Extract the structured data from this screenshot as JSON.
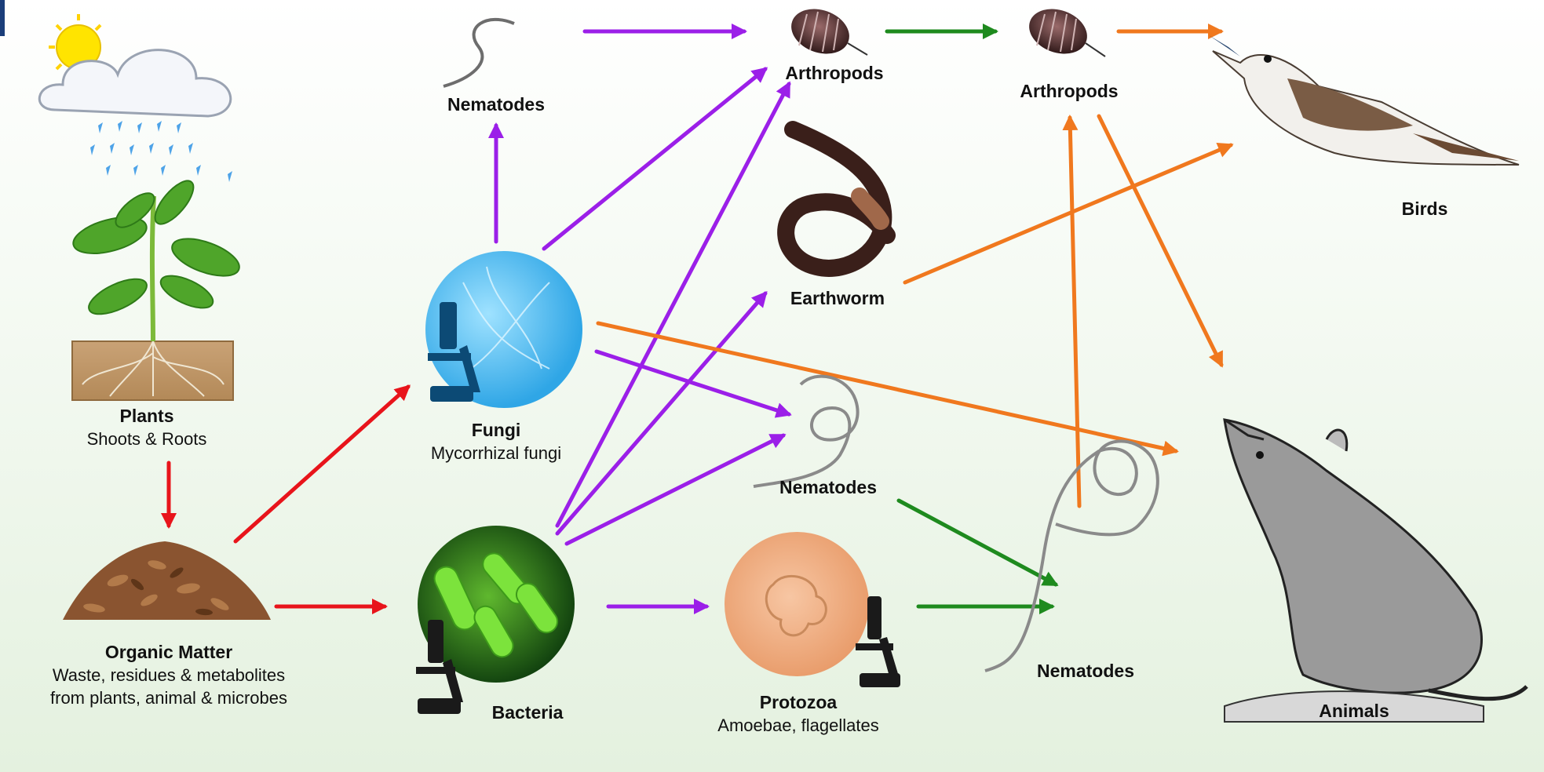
{
  "nodes": {
    "plants": {
      "title": "Plants",
      "subtitle": "Shoots & Roots"
    },
    "organic_matter": {
      "title": "Organic Matter",
      "subtitle_line1": "Waste, residues & metabolites",
      "subtitle_line2": "from plants, animal & microbes"
    },
    "fungi": {
      "title": "Fungi",
      "subtitle": "Mycorrhizal fungi"
    },
    "bacteria": {
      "title": "Bacteria"
    },
    "nematodes_top": {
      "title": "Nematodes"
    },
    "arthropods_1": {
      "title": "Arthropods"
    },
    "arthropods_2": {
      "title": "Arthropods"
    },
    "earthworm": {
      "title": "Earthworm"
    },
    "nematodes_mid": {
      "title": "Nematodes"
    },
    "protozoa": {
      "title": "Protozoa",
      "subtitle": "Amoebae, flagellates"
    },
    "nematodes_low": {
      "title": "Nematodes"
    },
    "birds": {
      "title": "Birds"
    },
    "animals": {
      "title": "Animals"
    }
  },
  "colors": {
    "red_arrow": "#e8141b",
    "purple_arrow": "#9b1fe8",
    "green_arrow": "#1e8a1e",
    "orange_arrow": "#f0781e"
  }
}
